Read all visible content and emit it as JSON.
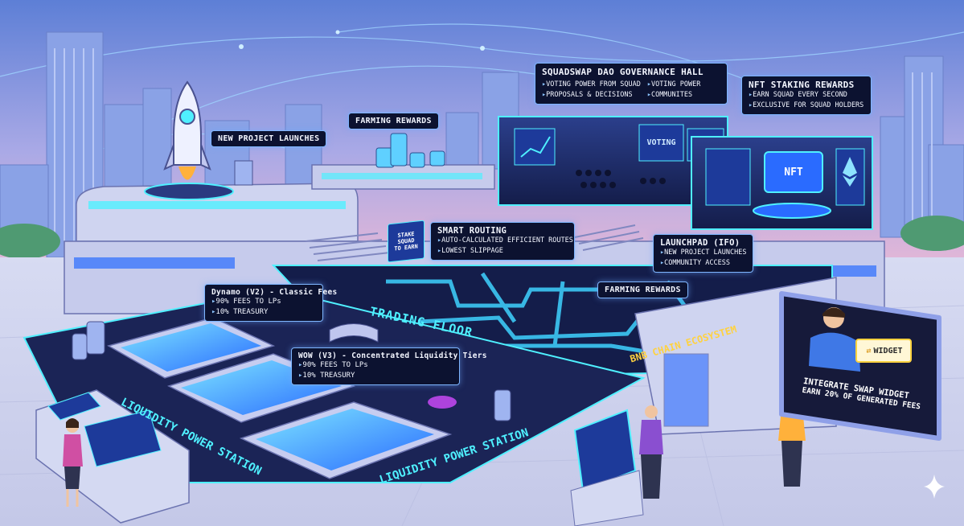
{
  "labels": {
    "new_project_launches": "NEW PROJECT LAUNCHES",
    "farming_rewards_top": "FARMING REWARDS",
    "dao": {
      "title": "SQUADSWAP DAO GOVERNANCE HALL",
      "col1": [
        "VOTING POWER FROM SQUAD",
        "PROPOSALS & DECISIONS"
      ],
      "col2": [
        "VOTING POWER",
        "COMMUNITES"
      ]
    },
    "nft": {
      "title": "NFT STAKING REWARDS",
      "items": [
        "EARN SQUAD EVERY SECOND",
        "EXCLUSIVE FOR SQUAD HOLDERS"
      ]
    },
    "voting_screen": "VOTING",
    "nft_screen": "NFT",
    "stake_sign": [
      "STAKE",
      "SQUAD",
      "TO EARN"
    ],
    "smart_routing": {
      "title": "SMART ROUTING",
      "items": [
        "AUTO-CALCULATED EFFICIENT ROUTES",
        "LOWEST SLIPPAGE"
      ]
    },
    "launchpad": {
      "title": "LAUNCHPAD (IFO)",
      "items": [
        "NEW PROJECT LAUNCHES",
        "COMMUNITY ACCESS"
      ]
    },
    "farming_rewards_mid": "FARMING REWARDS",
    "dynamo": {
      "title": "Dynamo (V2) - Classic Fees",
      "items": [
        "90% FEES TO LPs",
        "10% TREASURY"
      ]
    },
    "wow": {
      "title": "WOW (V3) - Concentrated Liquidity Tiers",
      "items": [
        "90% FEES TO LPs",
        "10% TREASURY"
      ]
    },
    "trading_floor": "TRADING FLOOR",
    "bnb_chain": "BNB CHAIN ECOSYSTEM",
    "liquidity_1": "LIQUIDITY POWER STATION",
    "liquidity_2": "LIQUIDITY POWER STATION",
    "widget_button": "WIDGET",
    "widget_caption": [
      "INTEGRATE SWAP WIDGET",
      "EARN 20% OF GENERATED FEES"
    ]
  },
  "colors": {
    "sky_top": "#5d7fd6",
    "sky_bottom": "#e8b8d6",
    "panel_bg": "#0c1230",
    "panel_border": "#7fb6ff",
    "neon": "#3fd2ff",
    "accent_yellow": "#ffd23f",
    "water": "#3aa8ff"
  },
  "icons": [
    "rocket-icon",
    "coin-stack-icon",
    "ethereum-icon",
    "swap-arrows-icon",
    "sparkle-icon"
  ]
}
